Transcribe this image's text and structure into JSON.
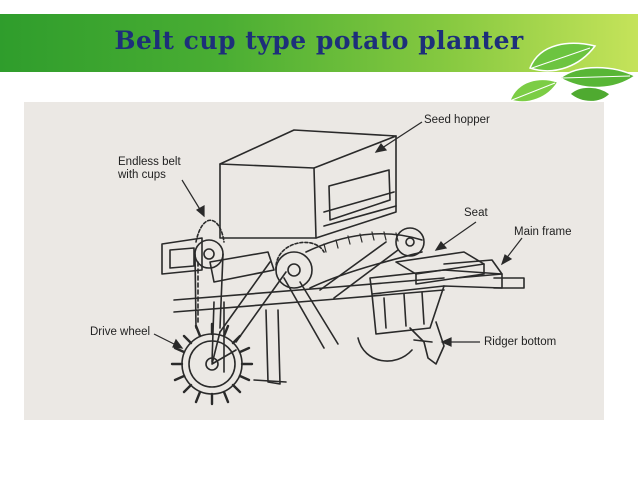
{
  "slide": {
    "title": "Belt cup type potato planter"
  },
  "diagram": {
    "labels": {
      "seed_hopper": "Seed hopper",
      "endless_belt_line1": "Endless belt",
      "endless_belt_line2": "with cups",
      "seat": "Seat",
      "main_frame": "Main frame",
      "drive_wheel": "Drive wheel",
      "ridger_bottom": "Ridger bottom"
    }
  },
  "colors": {
    "title": "#1d2f7a",
    "banner_start": "#2f9d2c",
    "banner_end": "#c5e35a",
    "leaf": "#5fbf3a",
    "photo_bg": "#ebe8e4",
    "ink": "#2a2a2a"
  }
}
